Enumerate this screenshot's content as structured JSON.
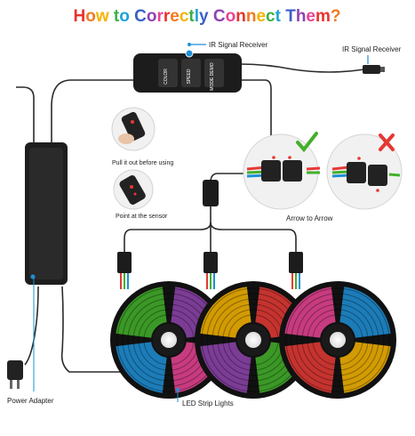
{
  "title": {
    "text": "How to Correctly Connect Them?",
    "colors": [
      "#e8322d",
      "#f07a22",
      "#f5b400",
      "#3dae49",
      "#1fa3d6",
      "#3b5fc9",
      "#8e44ad",
      "#e84393"
    ]
  },
  "controller": {
    "buttons": [
      "COLOR",
      "SPEED",
      "MODE DEMO"
    ]
  },
  "labels": {
    "ir_receiver_top": "IR Signal Receiver",
    "ir_receiver_right": "IR Signal Receiver",
    "pull_out": "Pull it out before using",
    "point_sensor": "Point at the sensor",
    "arrow_to_arrow": "Arrow to Arrow",
    "power_adapter": "Power Adapter",
    "led_strips": "LED Strip Lights"
  },
  "colors": {
    "cable": "#2b2b2b",
    "adapter": "#1e1e1e",
    "callout_blue": "#1f8fd6",
    "check_green": "#43b02a",
    "cross_red": "#e53935",
    "arrow_red": "#e53935"
  },
  "icons": {
    "check": "check-icon",
    "cross": "cross-icon"
  }
}
